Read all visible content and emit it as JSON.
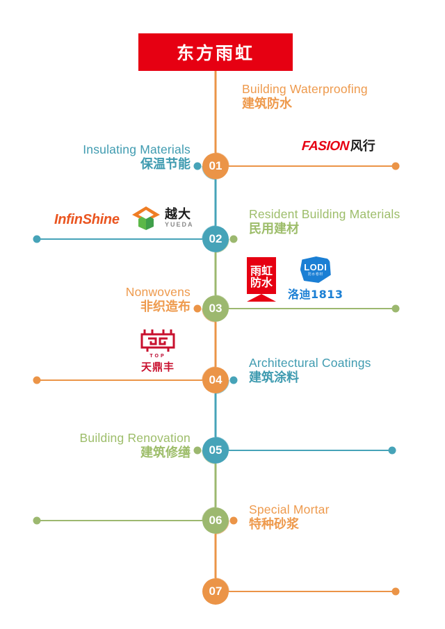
{
  "banner": {
    "title": "东方雨虹"
  },
  "colors": {
    "orange": "#eb9447",
    "teal": "#46a3b8",
    "green": "#9cb86f",
    "red": "#e60012",
    "blue_text": "#3f9bb0",
    "orange_text": "#ee9a4d",
    "green_text": "#9dbd6a"
  },
  "spine": {
    "segments": [
      {
        "from_node": "banner",
        "to_node": "01",
        "color": "#eb9447"
      },
      {
        "from_node": "01",
        "to_node": "02",
        "color": "#46a3b8"
      },
      {
        "from_node": "02",
        "to_node": "03",
        "color": "#9cb86f"
      },
      {
        "from_node": "03",
        "to_node": "04",
        "color": "#eb9447"
      },
      {
        "from_node": "04",
        "to_node": "05",
        "color": "#46a3b8"
      },
      {
        "from_node": "05",
        "to_node": "06",
        "color": "#9cb86f"
      },
      {
        "from_node": "06",
        "to_node": "07",
        "color": "#eb9447"
      }
    ]
  },
  "nodes": [
    {
      "number": "01",
      "fill": "#eb9447",
      "side": "right",
      "branch_color": "#eb9447",
      "dot_color": "#46a3b8",
      "dot_side": "left",
      "label_en": "Insulating Materials",
      "label_cn": "保温节能",
      "label_color": "#3f9bb0",
      "label_side": "left",
      "brands": [
        "FASION 风行"
      ]
    },
    {
      "number": "02",
      "fill": "#46a3b8",
      "side": "left",
      "branch_color": "#46a3b8",
      "dot_color": "#9cb86f",
      "dot_side": "right",
      "label_en": "Resident Building Materials",
      "label_cn": "民用建材",
      "label_color": "#9dbd6a",
      "label_side": "right",
      "brands": [
        "InfinShine",
        "越大 YUEDA"
      ]
    },
    {
      "number": "03",
      "fill": "#9cb86f",
      "side": "right",
      "branch_color": "#9cb86f",
      "dot_color": "#eb9447",
      "dot_side": "left",
      "label_en": "Nonwovens",
      "label_cn": "非织造布",
      "label_color": "#ee9a4d",
      "label_side": "left",
      "brands": [
        "雨虹防水",
        "洛迪1813 LODI"
      ]
    },
    {
      "number": "04",
      "fill": "#eb9447",
      "side": "left",
      "branch_color": "#eb9447",
      "dot_color": "#46a3b8",
      "dot_side": "right",
      "label_en": "Architectural Coatings",
      "label_cn": "建筑涂料",
      "label_color": "#3f9bb0",
      "label_side": "right",
      "brands": [
        "天鼎丰 TOP"
      ]
    },
    {
      "number": "05",
      "fill": "#46a3b8",
      "side": "right",
      "branch_color": "#46a3b8",
      "dot_color": "#9cb86f",
      "dot_side": "left",
      "label_en": "Building Renovation",
      "label_cn": "建筑修缮",
      "label_color": "#9dbd6a",
      "label_side": "left",
      "brands": []
    },
    {
      "number": "06",
      "fill": "#9cb86f",
      "side": "left",
      "branch_color": "#9cb86f",
      "dot_color": "#eb9447",
      "dot_side": "right",
      "label_en": "Special Mortar",
      "label_cn": "特种砂浆",
      "label_color": "#ee9a4d",
      "label_side": "right",
      "brands": []
    },
    {
      "number": "07",
      "fill": "#eb9447",
      "side": "right",
      "branch_color": "#eb9447",
      "dot_color": "#eb9447",
      "dot_side": "right",
      "label_en": "",
      "label_cn": "",
      "label_color": "#ee9a4d",
      "label_side": "right",
      "brands": []
    }
  ],
  "top_branch": {
    "label_en": "Building Waterproofing",
    "label_cn": "建筑防水",
    "label_color": "#ee9a4d"
  },
  "brands": {
    "fasion": {
      "latin": "FASION",
      "cn": "风行"
    },
    "infinshine": {
      "name": "InfinShine"
    },
    "yueda": {
      "cn": "越大",
      "latin": "YUEDA"
    },
    "yuhong": {
      "cn_line1": "雨虹",
      "cn_line2": "防水"
    },
    "lodi": {
      "latin": "LODI",
      "sub": "防水卷材",
      "cn": "洛迪1813"
    },
    "tianding": {
      "latin": "TOP",
      "cn": "天鼎丰"
    }
  }
}
